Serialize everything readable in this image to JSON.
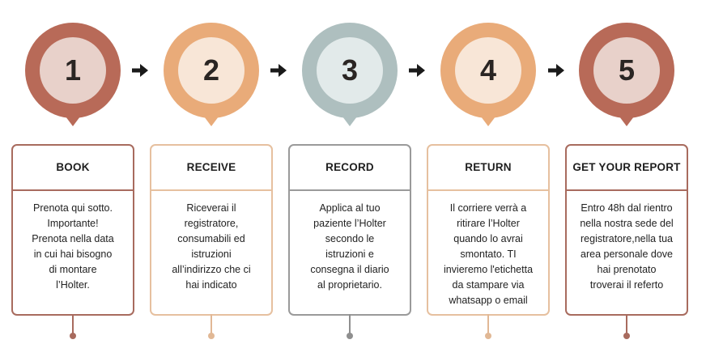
{
  "steps": [
    {
      "number": "1",
      "title": "BOOK",
      "lines": [
        "Prenota qui sotto.",
        "Importante!",
        "Prenota nella data",
        "in cui hai bisogno",
        "di montare",
        "l’Holter."
      ],
      "colors": {
        "outer": "#b86a58",
        "inner": "#e8d1ca",
        "border": "#a86b5e",
        "accent": "#a86b5e"
      }
    },
    {
      "number": "2",
      "title": "RECEIVE",
      "lines": [
        "Riceverai il",
        "registratore,",
        "consumabili ed",
        "istruzioni",
        "all’indirizzo che ci",
        "hai indicato"
      ],
      "colors": {
        "outer": "#e9ab79",
        "inner": "#f8e6d7",
        "border": "#e6c09f",
        "accent": "#e1b895"
      }
    },
    {
      "number": "3",
      "title": "RECORD",
      "lines": [
        "Applica al tuo",
        "paziente l’Holter",
        "secondo le",
        "istruzioni e",
        "consegna il diario",
        "al proprietario."
      ],
      "colors": {
        "outer": "#aebfbf",
        "inner": "#e2eaea",
        "border": "#9a9a9a",
        "accent": "#8f8f8f"
      }
    },
    {
      "number": "4",
      "title": "RETURN",
      "lines": [
        "Il corriere verrà a",
        "ritirare l’Holter",
        "quando lo avrai",
        "smontato. TI",
        "invieremo l'etichetta",
        "da stampare via",
        "whatsapp o email"
      ],
      "colors": {
        "outer": "#e9ab79",
        "inner": "#f8e6d7",
        "border": "#e6c09f",
        "accent": "#e1b895"
      }
    },
    {
      "number": "5",
      "title": "GET YOUR REPORT",
      "lines": [
        "Entro 48h dal rientro",
        "nella nostra sede del",
        "registratore,nella tua",
        "area personale dove",
        "hai prenotato",
        "troverai il referto"
      ],
      "colors": {
        "outer": "#b86a58",
        "inner": "#e8d1ca",
        "border": "#a86b5e",
        "accent": "#a86b5e"
      }
    }
  ],
  "arrows": {
    "icon": "arrow-right-icon",
    "color": "#1a1a1a"
  }
}
